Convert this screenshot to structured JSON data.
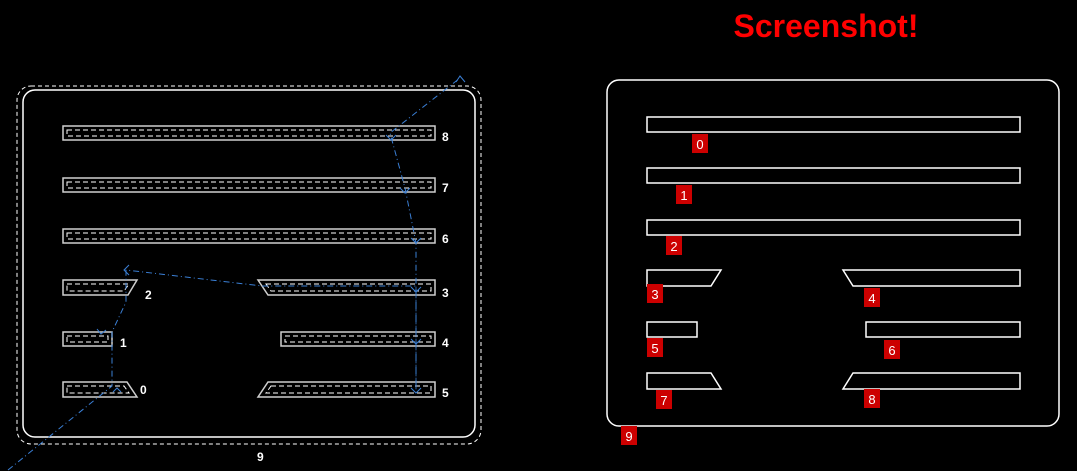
{
  "title": "Screenshot!",
  "colors": {
    "background": "#000000",
    "outline": "#ffffff",
    "path": "#3a7fd5",
    "badge": "#cc0000",
    "title": "#ff0000"
  },
  "left_panel": {
    "panel_label": "9",
    "slot_labels": [
      "8",
      "7",
      "6",
      "2",
      "3",
      "1",
      "4",
      "0",
      "5"
    ]
  },
  "right_panel": {
    "panel_label": "9",
    "slot_labels": [
      "0",
      "1",
      "2",
      "3",
      "4",
      "5",
      "6",
      "7",
      "8"
    ]
  }
}
